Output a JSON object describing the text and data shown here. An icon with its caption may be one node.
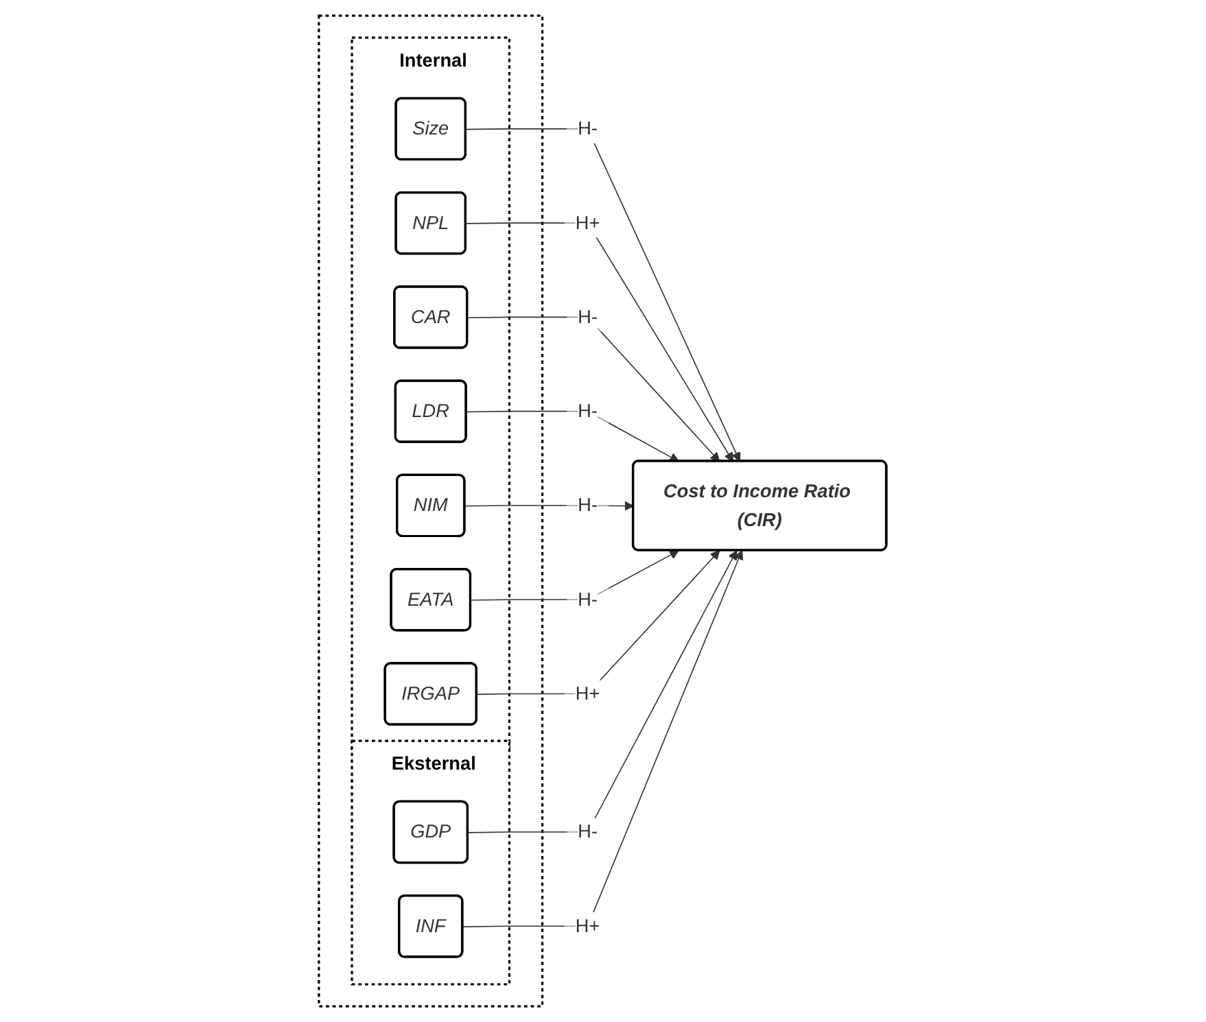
{
  "diagram": {
    "nodes": [
      {
        "text": [],
        "shape": "box"
      },
      {
        "text": [
          "Internal"
        ],
        "in": 0
      },
      {
        "text": [
          "Size"
        ],
        "in": 1
      },
      {
        "text": [
          "NPL"
        ],
        "in": 1
      },
      {
        "text": [
          "CAR"
        ],
        "in": 1
      },
      {
        "text": [
          "LDR"
        ],
        "in": 1
      },
      {
        "text": [
          "NIM"
        ],
        "in": 1
      },
      {
        "text": [
          "EATA"
        ],
        "in": 1
      },
      {
        "text": [
          "IRGAP"
        ],
        "in": 1
      },
      {
        "text": [
          "Eksternal"
        ],
        "in": 0
      },
      {
        "text": [
          "GDP"
        ],
        "in": 9
      },
      {
        "text": [
          "INF"
        ],
        "in": 9
      },
      {
        "text": [
          "Cost to Income Ratio (CIR)"
        ]
      }
    ],
    "edges": [
      {
        "from": 2,
        "to": 12,
        "arrow": "to",
        "label": "H-"
      },
      {
        "from": 3,
        "to": 12,
        "arrow": "to",
        "label": "H+"
      },
      {
        "from": 4,
        "to": 12,
        "arrow": "to",
        "label": "H-"
      },
      {
        "from": 5,
        "to": 12,
        "arrow": "to",
        "label": "H-"
      },
      {
        "from": 6,
        "to": 12,
        "arrow": "to",
        "label": "H-"
      },
      {
        "from": 7,
        "to": 12,
        "arrow": "to",
        "label": "H-"
      },
      {
        "from": 8,
        "to": 12,
        "arrow": "to",
        "label": "H+"
      },
      {
        "from": 10,
        "to": 12,
        "arrow": "to",
        "label": "H-"
      },
      {
        "from": 11,
        "to": 12,
        "arrow": "to",
        "label": "H+"
      }
    ]
  }
}
